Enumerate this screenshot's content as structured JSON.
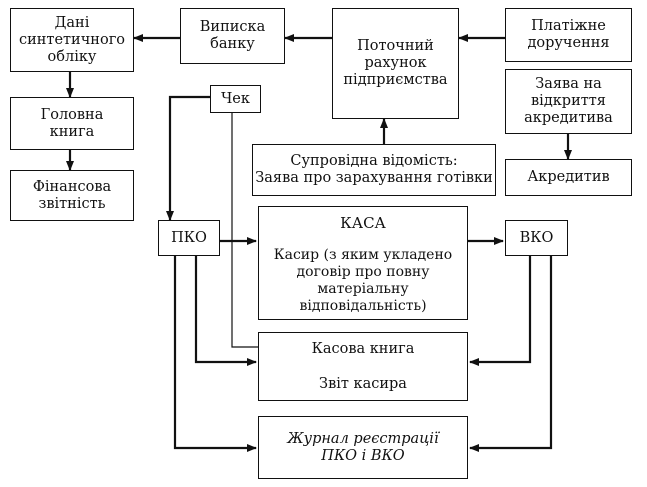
{
  "nodes": {
    "synthetic": "Дані\nсинтетичного\nобліку",
    "bank_statement": "Виписка\nбанку",
    "current_account": "Поточний\nрахунок\nпідприємства",
    "payment_order": "Платіжне\nдоручення",
    "general_ledger": "Головна\nкнига",
    "check": "Чек",
    "letter_of_credit_app": "Заява на\nвідкриття\nакредитива",
    "financial_reports": "Фінансова\nзвітність",
    "cover_sheet": "Супровідна відомість:\nЗаява про зарахування готівки",
    "letter_of_credit": "Акредитив",
    "pko": "ПКО",
    "kasa_title": "КАСА",
    "kasa_body": "Касир (з яким укладено\nдоговір про повну\nматеріальну\nвідповідальність)",
    "vko": "ВКО",
    "cash_book": "Касова книга",
    "cashier_report": "Звіт касира",
    "journal": "Журнал реєстрації\nПКО і ВКО"
  }
}
